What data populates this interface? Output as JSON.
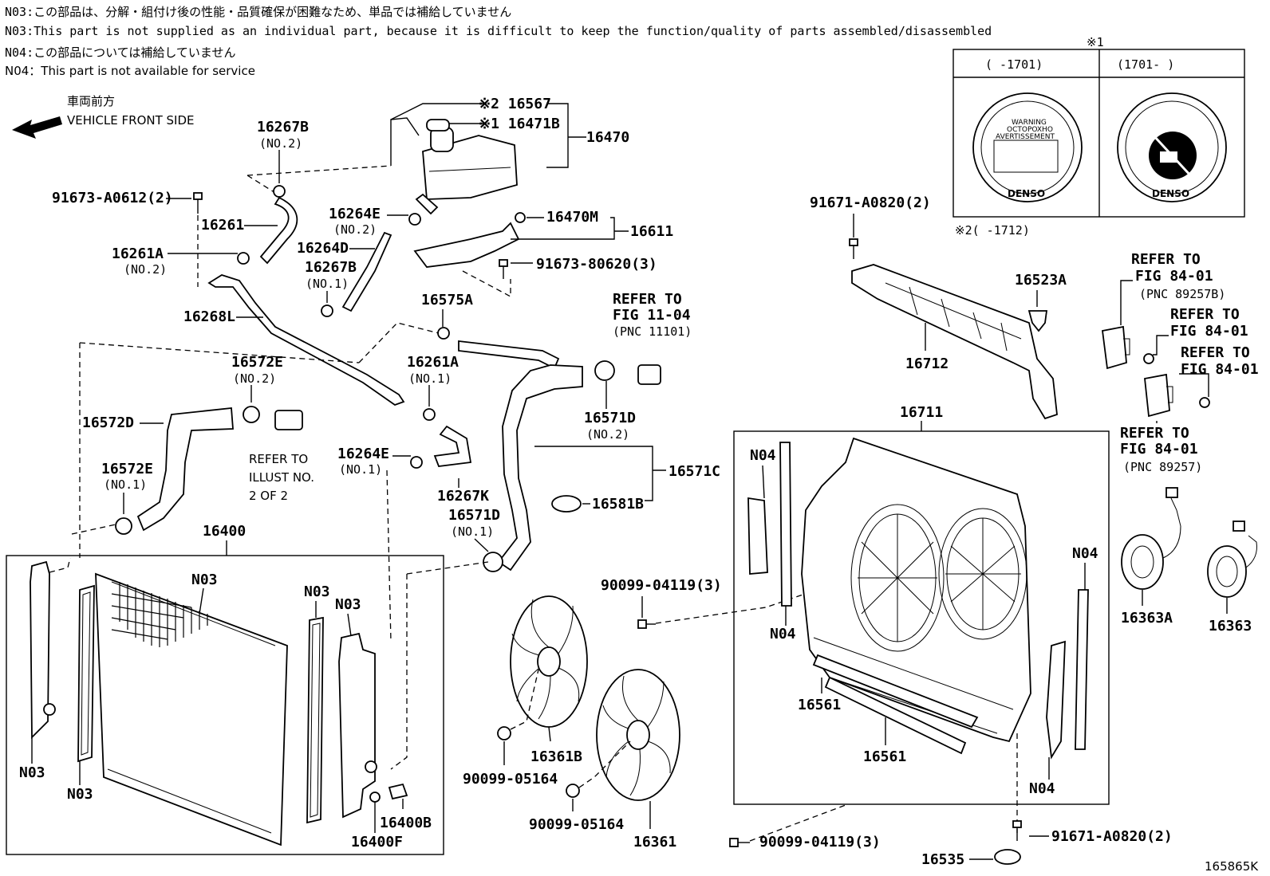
{
  "notes": [
    "N03:この部品は、分解・組付け後の性能・品質確保が困難なため、単品では補給していません",
    "N03:This part is not supplied as an individual part, because it is difficult to keep the function/quality of parts assembled/disassembled",
    "N04:この部品については補給していません",
    "N04：This part is not available for service"
  ],
  "direction": {
    "ja": "車両前方",
    "en": "VEHICLE FRONT SIDE"
  },
  "inset": {
    "mark": "※1",
    "left_range": "(    -1701)",
    "right_range": "(1701-    )",
    "cap_text": [
      "WARNING",
      "OCTOPOXHO",
      "AVERTISSEMENT"
    ],
    "brand": "DENSO",
    "note2": "※2(    -1712)"
  },
  "labels": {
    "p16567": "※2 16567",
    "p16471B": "※1 16471B",
    "p16470": "16470",
    "p16267B_top": "16267B",
    "no2_a": "(NO.2)",
    "p91673_A0612": "91673-A0612(2)",
    "p16261": "16261",
    "p16264E_top": "16264E",
    "no2_b": "(NO.2)",
    "p16470M": "16470M",
    "p16611": "16611",
    "p16261A_top": "16261A",
    "no2_c": "(NO.2)",
    "p16264D": "16264D",
    "p16267B_mid": "16267B",
    "no1_a": "(NO.1)",
    "p91673_80620": "91673-80620(3)",
    "p16268L": "16268L",
    "p16575A": "16575A",
    "refer_fig11_1": "REFER TO",
    "refer_fig11_2": "FIG 11-04",
    "refer_fig11_3": "(PNC 11101)",
    "p16572E_top": "16572E",
    "no2_d": "(NO.2)",
    "p16261A_mid": "16261A",
    "no1_b": "(NO.1)",
    "p16572D": "16572D",
    "p16571D_top": "16571D",
    "no2_e": "(NO.2)",
    "refer_illust_1": "REFER TO",
    "refer_illust_2": "ILLUST NO.",
    "refer_illust_3": "2 OF 2",
    "p16264E_mid": "16264E",
    "no1_c": "(NO.1)",
    "p16571C": "16571C",
    "p16572E_bot": "16572E",
    "no1_d": "(NO.1)",
    "p16267K": "16267K",
    "p16581B": "16581B",
    "p16571D_bot": "16571D",
    "no1_e": "(NO.1)",
    "p16400": "16400",
    "n03_a": "N03",
    "n03_b": "N03",
    "n03_c": "N03",
    "n03_d": "N03",
    "n03_e": "N03",
    "p16400B": "16400B",
    "p16400F": "16400F",
    "p90099_04119_a": "90099-04119(3)",
    "p90099_05164_a": "90099-05164",
    "p16361B": "16361B",
    "p90099_05164_b": "90099-05164",
    "p16361": "16361",
    "p90099_04119_b": "90099-04119(3)",
    "p91671_A0820_top": "91671-A0820(2)",
    "p16523A": "16523A",
    "p16712": "16712",
    "p16711": "16711",
    "n04_a": "N04",
    "n04_b": "N04",
    "n04_c": "N04",
    "n04_d": "N04",
    "p16561_a": "16561",
    "p16561_b": "16561",
    "p16535": "16535",
    "p91671_A0820_bot": "91671-A0820(2)",
    "refer84_a1": "REFER TO",
    "refer84_a2": "FIG 84-01",
    "refer84_a3": "(PNC 89257B)",
    "refer84_b1": "REFER TO",
    "refer84_b2": "FIG 84-01",
    "refer84_c1": "REFER TO",
    "refer84_c2": "FIG 84-01",
    "refer84_d1": "REFER TO",
    "refer84_d2": "FIG 84-01",
    "refer84_d3": "(PNC 89257)",
    "p16363A": "16363A",
    "p16363": "16363",
    "figure_id": "165865K"
  }
}
